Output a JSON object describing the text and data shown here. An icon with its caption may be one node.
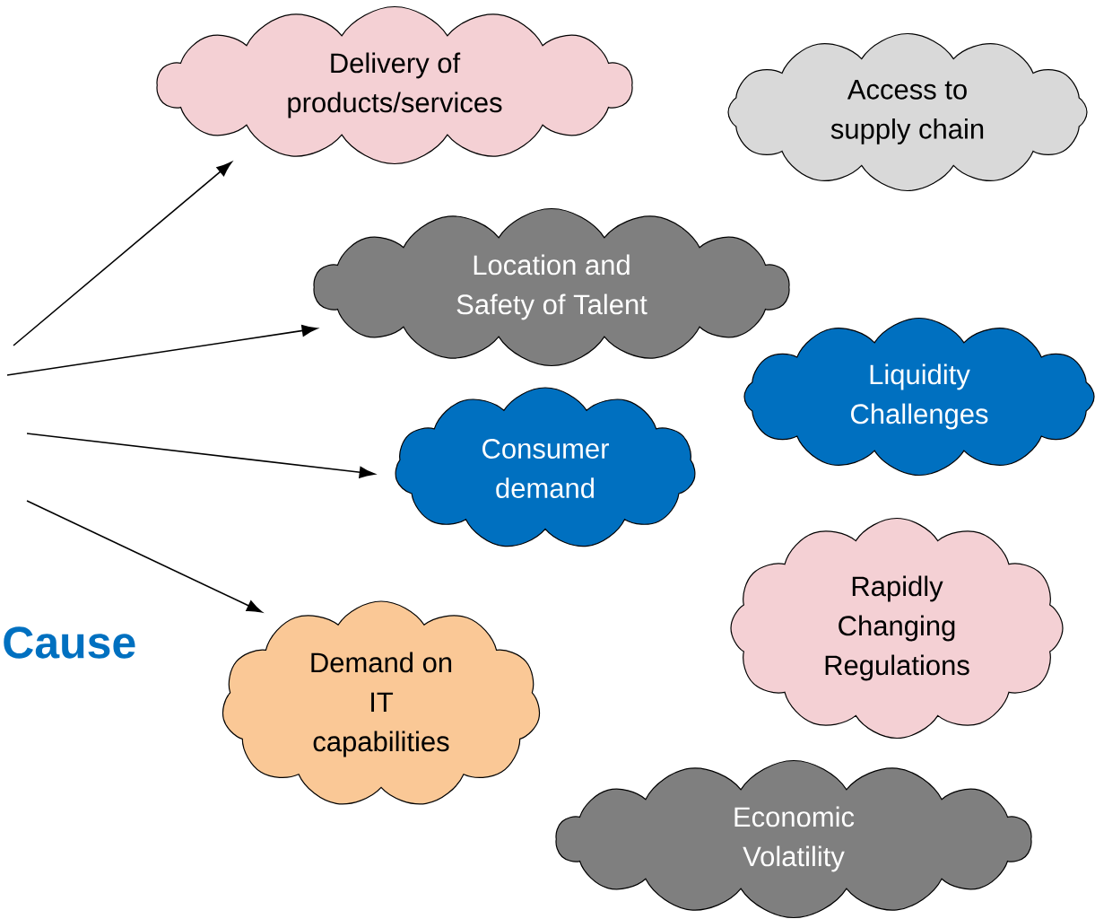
{
  "diagram": {
    "nodes": [
      {
        "text": [
          "Delivery of products/services"
        ]
      },
      {
        "text": [
          "Access to supply chain"
        ]
      },
      {
        "text": [
          "Location and Safety of Talent"
        ]
      },
      {
        "text": [
          "Liquidity Challenges"
        ]
      },
      {
        "text": [
          "Consumer demand"
        ]
      },
      {
        "text": [
          "Rapidly Changing Regulations"
        ]
      },
      {
        "text": [
          "Demand on IT capabilities"
        ]
      },
      {
        "text": [
          "Economic Volatility"
        ]
      }
    ],
    "edges": [
      {
        "from": null,
        "to": 0,
        "arrow": "to"
      },
      {
        "from": null,
        "to": 2,
        "arrow": "to"
      },
      {
        "from": null,
        "to": 4,
        "arrow": "to"
      },
      {
        "from": null,
        "to": 6,
        "arrow": "to"
      }
    ],
    "labels": [
      "Cause"
    ]
  }
}
